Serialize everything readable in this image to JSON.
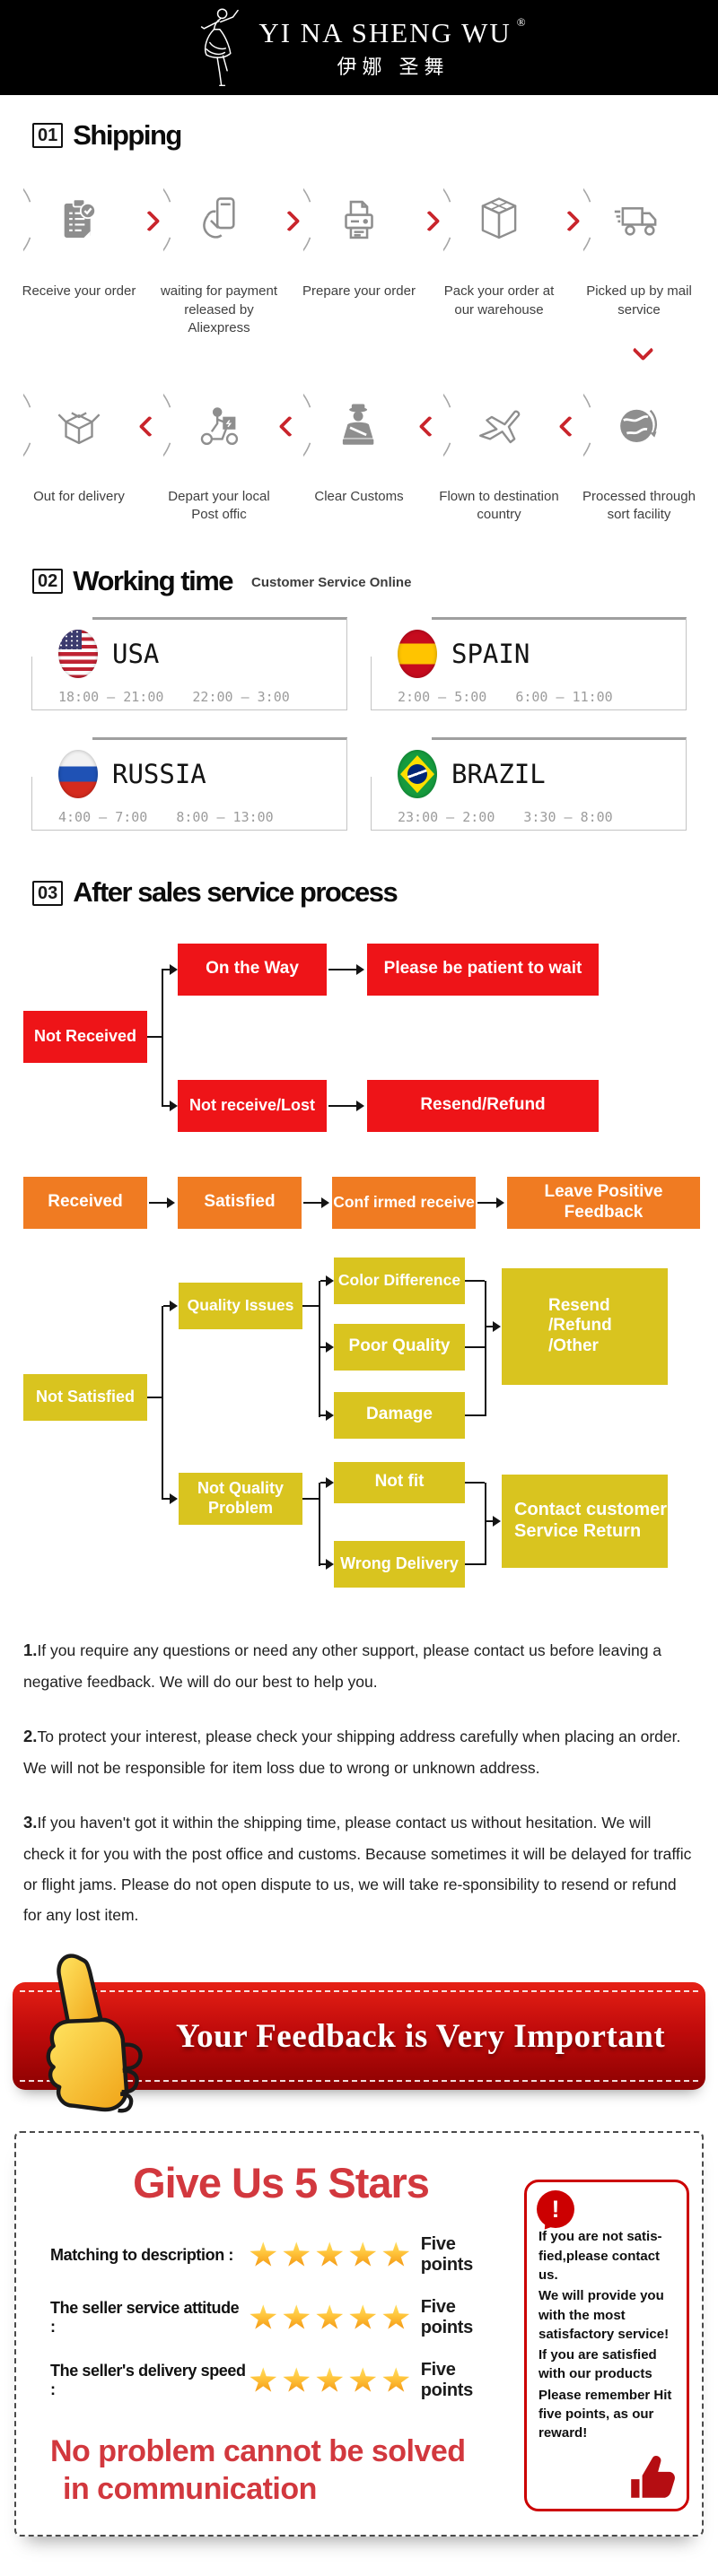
{
  "header": {
    "brand": "YI NA SHENG WU",
    "reg_mark": "®",
    "brand_cn": "伊娜 圣舞"
  },
  "shipping": {
    "num": "01",
    "title": "Shipping",
    "row1": [
      {
        "icon": "order-checklist-icon",
        "label": "Receive your order"
      },
      {
        "icon": "payment-card-icon",
        "label": "waiting for payment released by Aliexpress"
      },
      {
        "icon": "printer-icon",
        "label": "Prepare your order"
      },
      {
        "icon": "package-icon",
        "label": "Pack your order at our warehouse"
      },
      {
        "icon": "truck-icon",
        "label": "Picked up by mail service"
      }
    ],
    "row2": [
      {
        "icon": "open-box-icon",
        "label": "Out for delivery"
      },
      {
        "icon": "scooter-icon",
        "label": "Depart your local Post offic"
      },
      {
        "icon": "customs-officer-icon",
        "label": "Clear Customs"
      },
      {
        "icon": "airplane-icon",
        "label": "Flown to destination country"
      },
      {
        "icon": "globe-icon",
        "label": "Processed through sort facility"
      }
    ]
  },
  "working_time": {
    "num": "02",
    "title": "Working time",
    "subtitle": "Customer Service Online",
    "cards": [
      {
        "country": "USA",
        "time1": "18:00 – 21:00",
        "time2": "22:00 – 3:00"
      },
      {
        "country": "SPAIN",
        "time1": "2:00 – 5:00",
        "time2": "6:00 – 11:00"
      },
      {
        "country": "RUSSIA",
        "time1": "4:00 – 7:00",
        "time2": "8:00 – 13:00"
      },
      {
        "country": "BRAZIL",
        "time1": "23:00 – 2:00",
        "time2": "3:30 – 8:00"
      }
    ]
  },
  "after_sales": {
    "num": "03",
    "title": "After sales service process",
    "red": {
      "not_received": "Not Received",
      "on_the_way": "On the Way",
      "please_wait": "Please be patient to wait",
      "not_receive_lost": "Not receive/Lost",
      "resend_refund": "Resend/Refund"
    },
    "orange": {
      "received": "Received",
      "satisfied": "Satisfied",
      "confirmed": "Conf irmed receive",
      "leave_feedback": "Leave Positive Feedback"
    },
    "yellow": {
      "not_satisfied": "Not Satisfied",
      "quality_issues": "Quality Issues",
      "color_difference": "Color Difference",
      "poor_quality": "Poor Quality",
      "damage": "Damage",
      "resend_other": "Resend\n/Refund\n/Other",
      "not_quality": "Not Quality\nProblem",
      "not_fit": "Not fit",
      "wrong_delivery": "Wrong Delivery",
      "contact_return": "Contact customer\nService Return"
    }
  },
  "notes": [
    {
      "num": "1.",
      "text": "If you require any questions or need any other support, please contact us before leaving a negative feedback. We will do our best to help you."
    },
    {
      "num": "2.",
      "text": "To protect your interest, please check your shipping address carefully when placing an order. We will not be responsible for item loss due to wrong or unknown address."
    },
    {
      "num": "3.",
      "text": "If you haven't got it within the shipping time, please contact us without hesitation. We will check it for you with the post office and customs. Because sometimes it will be delayed for traffic or flight jams. Please do not open dispute to us, we will take re-sponsibility to resend or refund for any lost item."
    }
  ],
  "banner": {
    "text": "Your Feedback is Very Important"
  },
  "stars": {
    "title": "Give Us 5 Stars",
    "rows": [
      {
        "label": "Matching to description :",
        "points": "Five points"
      },
      {
        "label": "The seller service attitude :",
        "points": "Five points"
      },
      {
        "label": "The seller's delivery speed :",
        "points": "Five points"
      }
    ],
    "note_lines": [
      "If you are not satis-fied,please contact us.",
      "We will provide you with the most satisfactory service!",
      "If you are satisfied with our products",
      "Please remember Hit five points, as our reward!"
    ],
    "bang": "!",
    "footer_line1": "No problem cannot be solved",
    "footer_line2": "in communication"
  },
  "colors": {
    "red_box": "#ee1418",
    "orange_box": "#f07b22",
    "yellow_box": "#d9c41f",
    "chevron_red": "#c9252c",
    "banner_red": "#c00b0b",
    "accent_red": "#d2383e",
    "note_border": "#cc0001",
    "star_gold": "#f2930f",
    "icon_gray": "#8e8e8e"
  }
}
